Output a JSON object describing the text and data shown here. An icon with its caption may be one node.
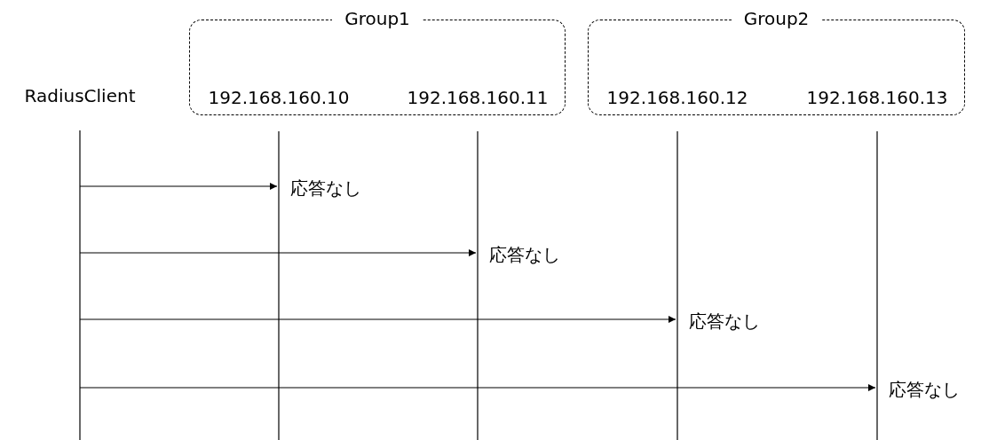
{
  "diagram": {
    "nodes": [
      {
        "text": [
          "RadiusClient"
        ]
      },
      {
        "text": [
          "Group1"
        ]
      },
      {
        "text": [
          "192.168.160.10"
        ],
        "in": 1
      },
      {
        "text": [
          "192.168.160.11"
        ],
        "in": 1
      },
      {
        "text": [
          "Group2"
        ]
      },
      {
        "text": [
          "192.168.160.12"
        ],
        "in": 4
      },
      {
        "text": [
          "192.168.160.13"
        ],
        "in": 4
      }
    ],
    "edges": [
      {
        "from": 0,
        "to": 2,
        "arrow": "to",
        "label": "応答なし"
      },
      {
        "from": 0,
        "to": 3,
        "arrow": "to",
        "label": "応答なし"
      },
      {
        "from": 0,
        "to": 5,
        "arrow": "to",
        "label": "応答なし"
      },
      {
        "from": 0,
        "to": 6,
        "arrow": "to",
        "label": "応答なし"
      }
    ]
  }
}
